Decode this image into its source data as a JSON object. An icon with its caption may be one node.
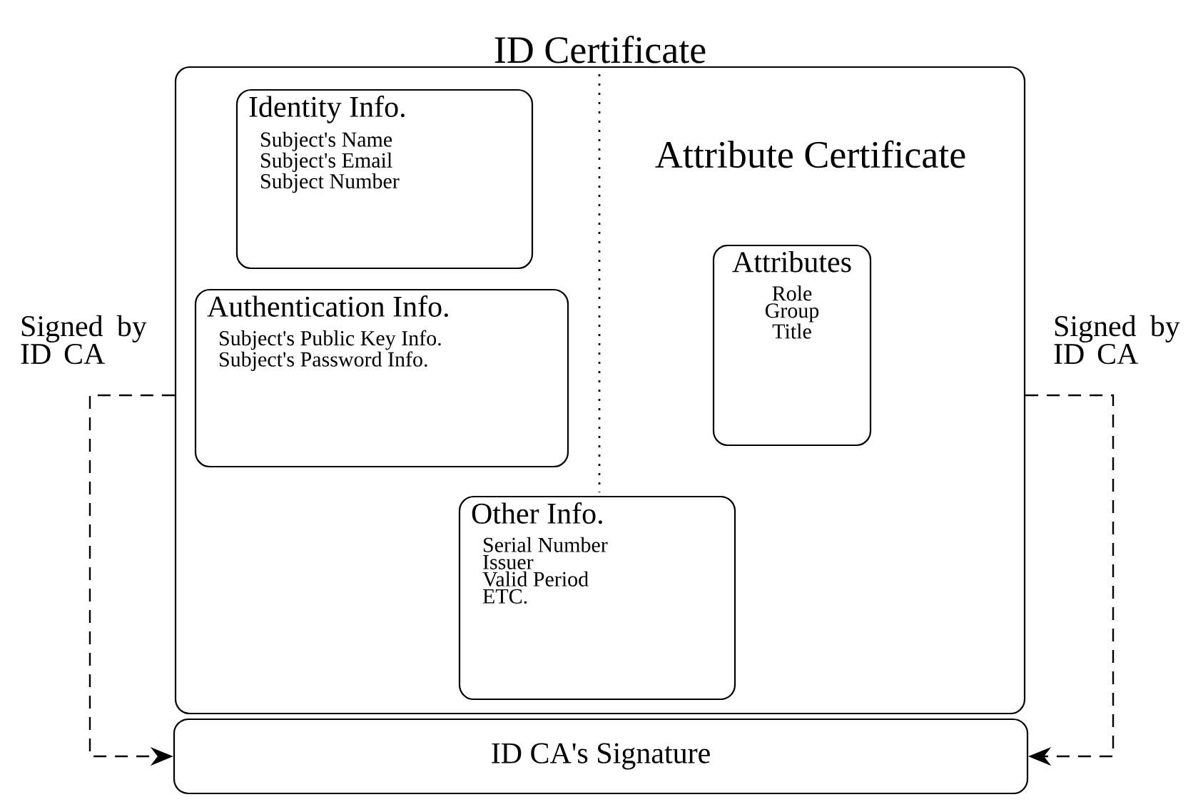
{
  "diagram": {
    "nodes": [
      {
        "text": [
          "ID Certificate"
        ]
      },
      {
        "text": [
          "Identity Info.",
          "Subject's Name",
          "Subject's Email",
          "Subject Number"
        ],
        "in": 0
      },
      {
        "text": [
          "Authentication Info.",
          "Subject's Public Key Info.",
          "Subject's Password Info."
        ],
        "in": 0
      },
      {
        "text": [
          "Attributes",
          "Role",
          "Group",
          "Title"
        ],
        "in": 0
      },
      {
        "text": [
          "Other Info.",
          "Serial Number",
          "Issuer",
          "Valid Period",
          "ETC."
        ],
        "in": 0
      },
      {
        "text": [
          "ID CA's Signature"
        ]
      }
    ],
    "edges": [
      {
        "from": 0,
        "to": 5,
        "arrow": "to",
        "label": "Signed by ID CA",
        "style": "dashed"
      },
      {
        "from": 0,
        "to": 5,
        "arrow": "to",
        "label": "Signed by ID CA",
        "style": "dashed"
      }
    ],
    "labels": [
      "Attribute Certificate"
    ]
  }
}
